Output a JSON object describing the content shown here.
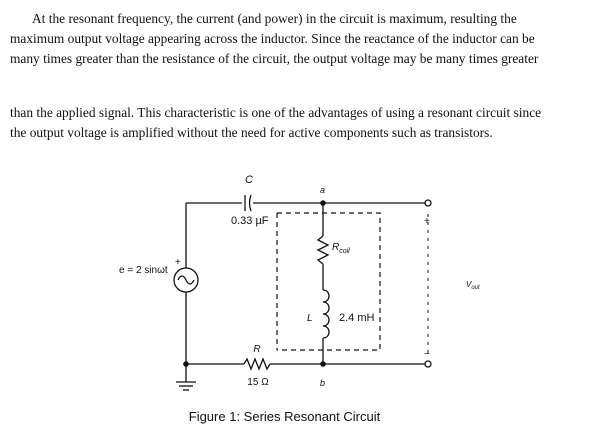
{
  "paragraph1": {
    "lines": [
      "At the resonant frequency, the current (and power) in the circuit is maximum, resulting the",
      "maximum output voltage appearing across the inductor. Since the reactance of the inductor can be",
      "many times greater than the resistance of the circuit, the output voltage may be many times greater"
    ]
  },
  "paragraph2": {
    "lines": [
      "than the applied signal. This characteristic is one of the advantages of using a resonant circuit since",
      "the output voltage is amplified without the need for active components such as transistors."
    ]
  },
  "circuit": {
    "capacitor_symbol": "C",
    "capacitor_value": "0.33 µF",
    "source_label": "e = 2 sinωt",
    "source_plus": "+",
    "node_a": "a",
    "node_b": "b",
    "coil_resistance_symbol": "R",
    "coil_resistance_subscript": "coil",
    "inductor_symbol": "L",
    "inductor_value": "2.4 mH",
    "resistor_symbol": "R",
    "resistor_value": "15 Ω",
    "output_label": "V",
    "output_subscript": "out",
    "output_plus": "+",
    "output_minus": "−"
  },
  "caption": "Figure 1: Series Resonant Circuit"
}
